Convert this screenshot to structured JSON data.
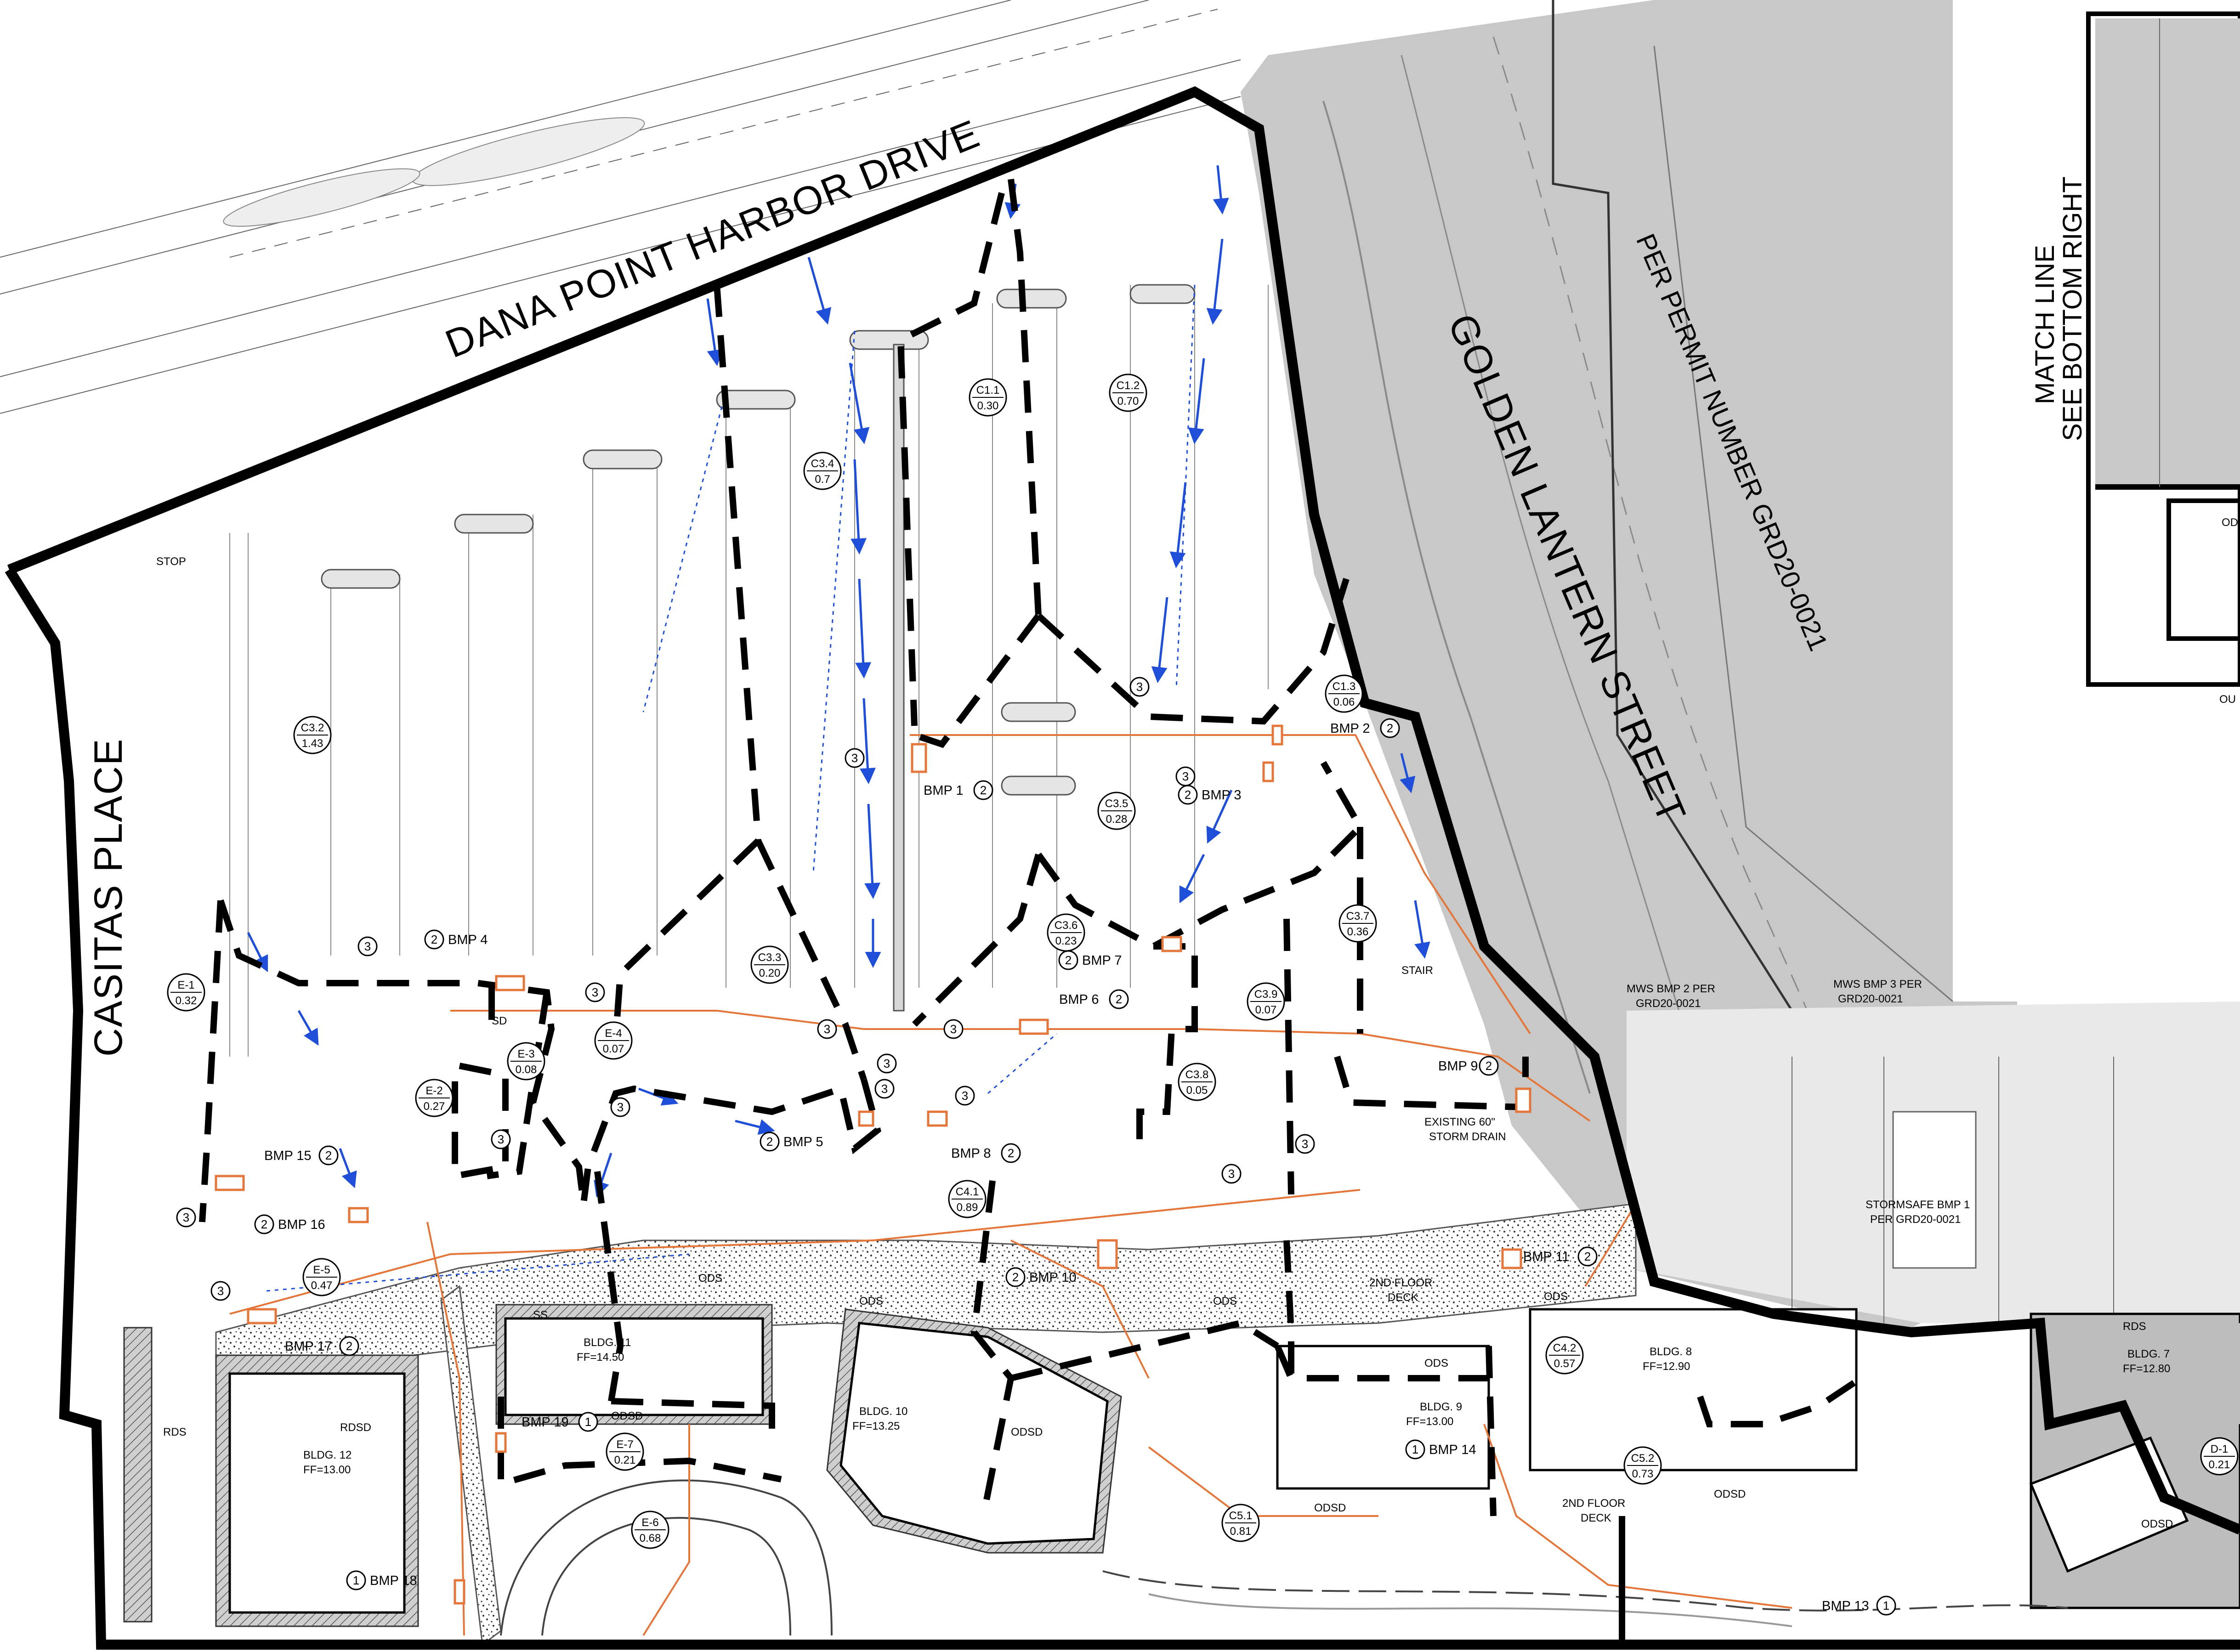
{
  "streets": {
    "dana_point": "DANA POINT HARBOR DRIVE",
    "golden_lantern": "GOLDEN LANTERN STREET",
    "casitas": "CASITAS PLACE"
  },
  "notes": {
    "permit": "PER PERMIT NUMBER GRD20-0021",
    "match_line_1": "MATCH LINE",
    "match_line_2": "SEE BOTTOM RIGHT",
    "mws_bmp2_1": "MWS BMP 2 PER",
    "mws_bmp2_2": "GRD20-0021",
    "mws_bmp3_1": "MWS BMP 3 PER",
    "mws_bmp3_2": "GRD20-0021",
    "stormsafe_1": "STORMSAFE BMP 1",
    "stormsafe_2": "PER GRD20-0021",
    "storm_drain_1": "EXISTING 60\"",
    "storm_drain_2": "STORM DRAIN",
    "deck_a_1": "2ND FLOOR",
    "deck_a_2": "DECK",
    "deck_b_1": "2ND FLOOR",
    "deck_b_2": "DECK",
    "ou": "OU",
    "sd": "SD",
    "ss": "SS",
    "stop": "STOP",
    "stair": "STAIR"
  },
  "areas": [
    {
      "id": "C1.1",
      "value": "0.30"
    },
    {
      "id": "C1.2",
      "value": "0.70"
    },
    {
      "id": "C3.4",
      "value": "0.7"
    },
    {
      "id": "C3.2",
      "value": "1.43"
    },
    {
      "id": "C1.3",
      "value": "0.06"
    },
    {
      "id": "C3.5",
      "value": "0.28"
    },
    {
      "id": "C3.6",
      "value": "0.23"
    },
    {
      "id": "C3.7",
      "value": "0.36"
    },
    {
      "id": "C3.3",
      "value": "0.20"
    },
    {
      "id": "C3.9",
      "value": "0.07"
    },
    {
      "id": "C3.8",
      "value": "0.05"
    },
    {
      "id": "E-1",
      "value": "0.32"
    },
    {
      "id": "E-3",
      "value": "0.08"
    },
    {
      "id": "E-4",
      "value": "0.07"
    },
    {
      "id": "E-2",
      "value": "0.27"
    },
    {
      "id": "C4.1",
      "value": "0.89"
    },
    {
      "id": "E-5",
      "value": "0.47"
    },
    {
      "id": "C4.2",
      "value": "0.57"
    },
    {
      "id": "E-7",
      "value": "0.21"
    },
    {
      "id": "E-6",
      "value": "0.68"
    },
    {
      "id": "C5.1",
      "value": "0.81"
    },
    {
      "id": "C5.2",
      "value": "0.73"
    },
    {
      "id": "D-1",
      "value": "0.21"
    }
  ],
  "bmps": [
    {
      "label": "BMP 1",
      "num": "2"
    },
    {
      "label": "BMP 2",
      "num": "2"
    },
    {
      "label": "BMP 3",
      "num": "2"
    },
    {
      "label": "BMP 4",
      "num": "2"
    },
    {
      "label": "BMP 5",
      "num": "2"
    },
    {
      "label": "BMP 6",
      "num": "2"
    },
    {
      "label": "BMP 7",
      "num": "2"
    },
    {
      "label": "BMP 8",
      "num": "2"
    },
    {
      "label": "BMP 9",
      "num": "2"
    },
    {
      "label": "BMP 10",
      "num": "2"
    },
    {
      "label": "BMP 11",
      "num": "2"
    },
    {
      "label": "BMP 13",
      "num": "1"
    },
    {
      "label": "BMP 14",
      "num": "1"
    },
    {
      "label": "BMP 15",
      "num": "2"
    },
    {
      "label": "BMP 16",
      "num": "2"
    },
    {
      "label": "BMP 17",
      "num": "2"
    },
    {
      "label": "BMP 18",
      "num": "1"
    },
    {
      "label": "BMP 19",
      "num": "1"
    }
  ],
  "buildings": [
    {
      "name": "BLDG. 11",
      "ff": "FF=14.50"
    },
    {
      "name": "BLDG. 10",
      "ff": "FF=13.25"
    },
    {
      "name": "BLDG. 9",
      "ff": "FF=13.00"
    },
    {
      "name": "BLDG. 8",
      "ff": "FF=12.90"
    },
    {
      "name": "BLDG. 7",
      "ff": "FF=12.80"
    },
    {
      "name": "BLDG. 12",
      "ff": "FF=13.00"
    }
  ],
  "outfalls": {
    "ods": "ODS",
    "odsd": "ODSD",
    "rds": "RDS",
    "rdsd": "RDSD"
  },
  "callout": "3"
}
